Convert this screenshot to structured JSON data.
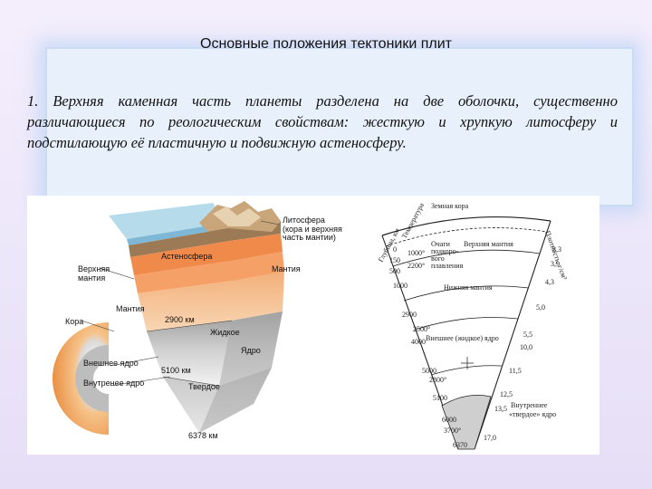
{
  "slide": {
    "title": "Основные положения тектоники плит",
    "paragraph": "1. Верхняя каменная часть планеты разделена на две оболочки, существенно различающиеся по реологическим свойствам: жесткую и хрупкую литосферу и подстилающую её пластичную и подвижную астеносферу."
  },
  "left_diagram": {
    "labels": {
      "lithosphere": "Литосфера",
      "lithosphere_sub1": "(кора и верхняя",
      "lithosphere_sub2": "часть мантии)",
      "asthenosphere": "Астеносфера",
      "upper_mantle_1": "Верхняя",
      "upper_mantle_2": "мантия",
      "mantle_right": "Мантия",
      "crust": "Кора",
      "mantle": "Мантия",
      "depth_2900": "2900 км",
      "liquid": "Жидкое",
      "core": "Ядро",
      "outer_core": "Внешнее ядро",
      "inner_core": "Внутренее ядро",
      "depth_5100": "5100 км",
      "solid": "Твердое",
      "depth_6378": "6378 км"
    }
  },
  "right_diagram": {
    "labels": {
      "earth_crust": "Земная кора",
      "depth_axis": "Глубина, км",
      "temperature": "Температура",
      "density_axis": "Плотность, г/см³",
      "melting_foci_1": "Очаги",
      "melting_foci_2": "подкоро-",
      "melting_foci_3": "вого",
      "melting_foci_4": "плавления",
      "upper_mantle": "Верхняя мантия",
      "lower_mantle": "Нижняя мантия",
      "outer_core": "Внешнее (жидкое) ядро",
      "inner_core_1": "Внутреннее",
      "inner_core_2": "«твердое» ядро"
    },
    "depth_ticks": [
      "0",
      "150",
      "500",
      "1000",
      "2900",
      "4000",
      "5000",
      "5100",
      "6000",
      "6370"
    ],
    "temperature_ticks": [
      "1000°",
      "2200°",
      "2500°",
      "2800°",
      "3700°"
    ],
    "density_ticks": [
      "3,3",
      "3,9",
      "4,3",
      "5,0",
      "5,5",
      "10,0",
      "11,5",
      "12,5",
      "13,5",
      "17,0"
    ]
  }
}
